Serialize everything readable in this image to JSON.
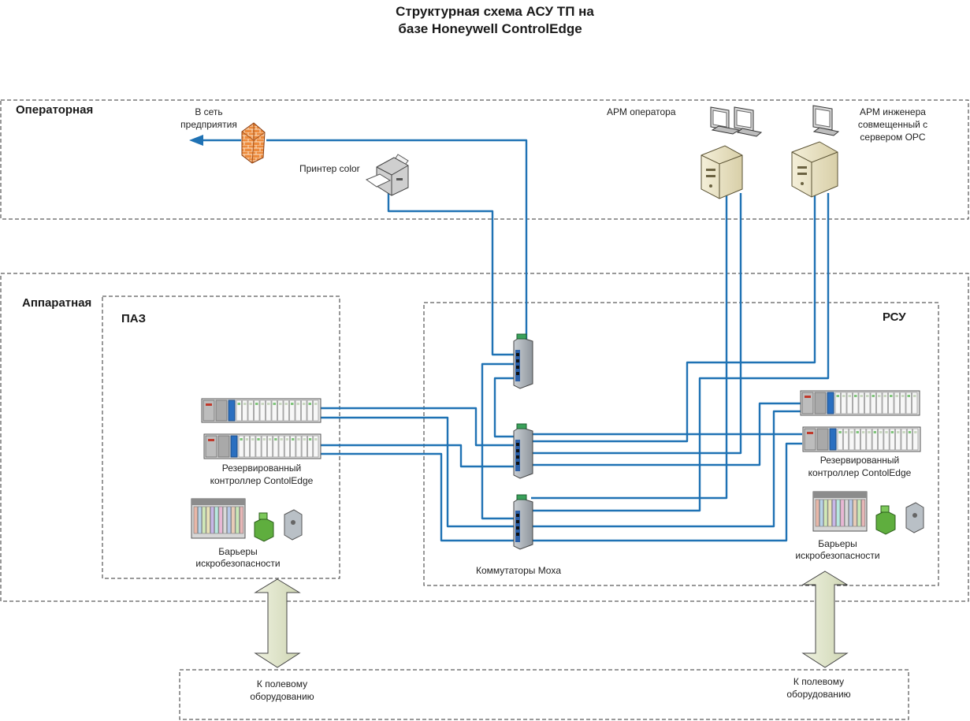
{
  "title": {
    "line1": "Структурная схема АСУ ТП на",
    "line2": "базе Honeywell ControlEdge"
  },
  "zones": {
    "operator": "Операторная",
    "hardware": "Аппаратная",
    "sis": "ПАЗ",
    "dcs": "РСУ"
  },
  "labels": {
    "enterprise_net_1": "В сеть",
    "enterprise_net_2": "предприятия",
    "printer": "Принтер color",
    "operator_ws": "АРМ оператора",
    "engineer_ws_1": "АРМ инженера",
    "engineer_ws_2": "совмещенный с",
    "engineer_ws_3": "сервером OPC",
    "controller_left_1": "Резервированный",
    "controller_left_2": "контроллер ContolEdge",
    "controller_right_1": "Резервированный",
    "controller_right_2": "контроллер ContolEdge",
    "barriers_left_1": "Барьеры",
    "barriers_left_2": "искробезопасности",
    "barriers_right_1": "Барьеры",
    "barriers_right_2": "искробезопасности",
    "switches": "Коммутаторы Moxa",
    "field_left_1": "К полевому",
    "field_left_2": "оборудованию",
    "field_right_1": "К полевому",
    "field_right_2": "оборудованию"
  },
  "colors": {
    "cable": "#1f72b4",
    "firewall": "#e8752b",
    "arrow_fill": "#e0e6cc"
  },
  "icons": {
    "firewall": "firewall-icon",
    "printer": "printer-icon",
    "monitor": "monitor-icon",
    "server": "server-tower-icon",
    "switch": "network-switch-icon",
    "controller": "plc-rack-icon",
    "barrier": "barrier-module-icon"
  }
}
